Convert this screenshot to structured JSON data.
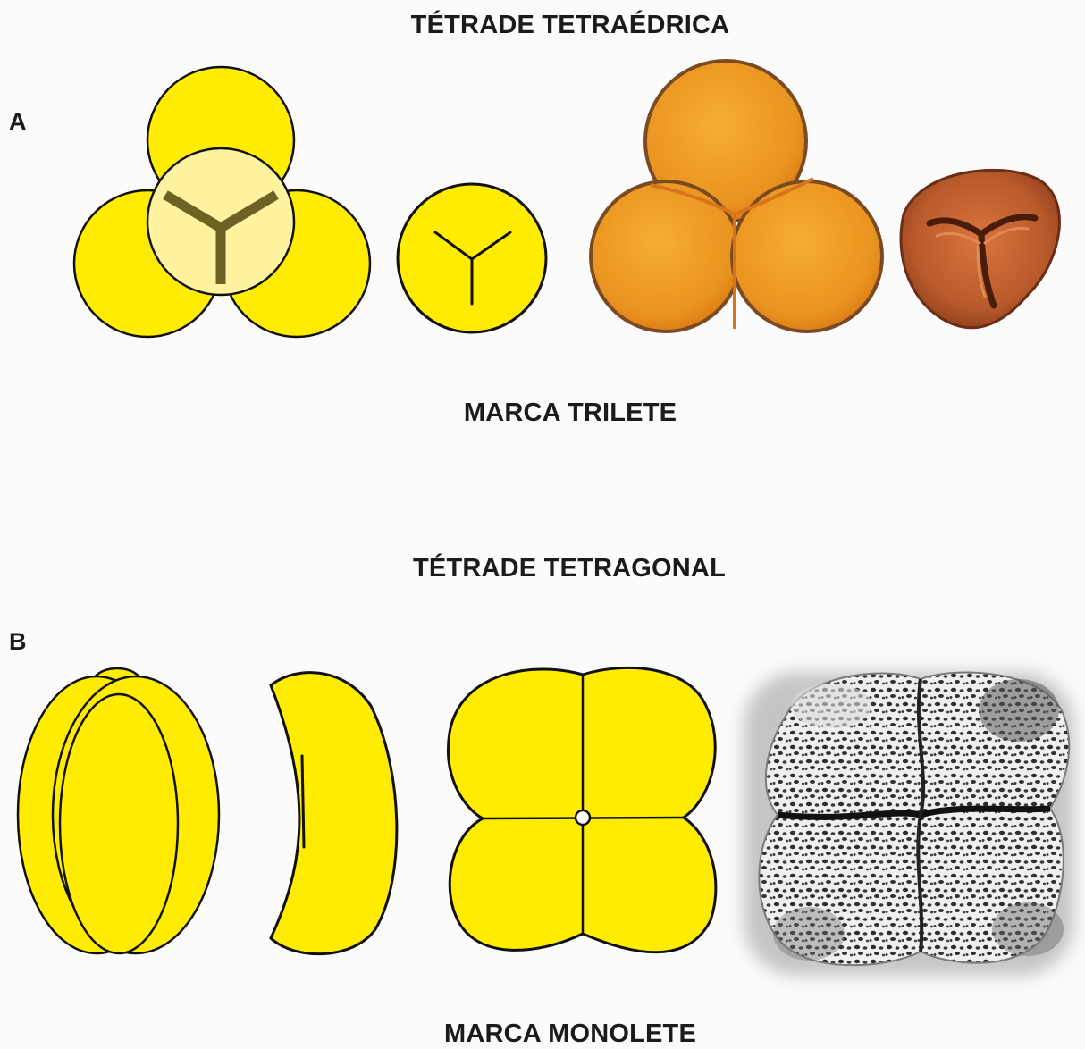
{
  "panel_a": {
    "letter": "A",
    "title": "TÉTRADE TETRAÉDRICA",
    "caption": "MARCA TRILETE",
    "colors": {
      "fill": "#ffec00",
      "overlay": "#fff3a0",
      "mark": "#6e6124",
      "photo": "#eb9b22",
      "spore": "#b45c30"
    }
  },
  "panel_b": {
    "letter": "B",
    "title": "TÉTRADE TETRAGONAL",
    "caption": "MARCA MONOLETE",
    "colors": {
      "fill": "#ffec00",
      "sem": "#c9c9c9"
    }
  }
}
